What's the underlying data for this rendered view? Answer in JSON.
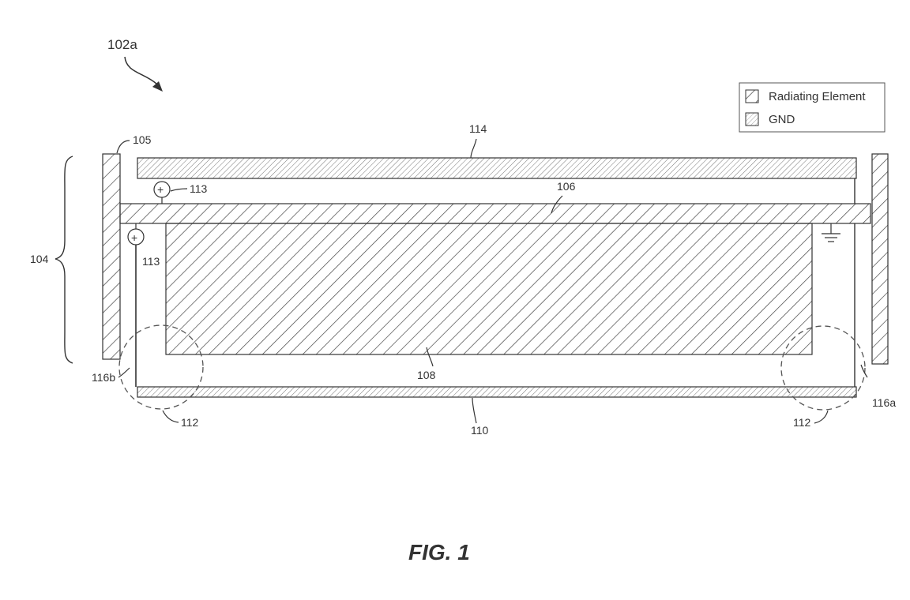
{
  "figure": {
    "caption": "FIG. 1",
    "reference": "102a",
    "legend": {
      "radiating": "Radiating Element",
      "gnd": "GND"
    },
    "labels": {
      "l104": "104",
      "l105": "105",
      "l106": "106",
      "l108": "108",
      "l110": "110",
      "l112_left": "112",
      "l112_right": "112",
      "l113_top": "113",
      "l113_left": "113",
      "l114": "114",
      "l116a": "116a",
      "l116b": "116b"
    }
  }
}
